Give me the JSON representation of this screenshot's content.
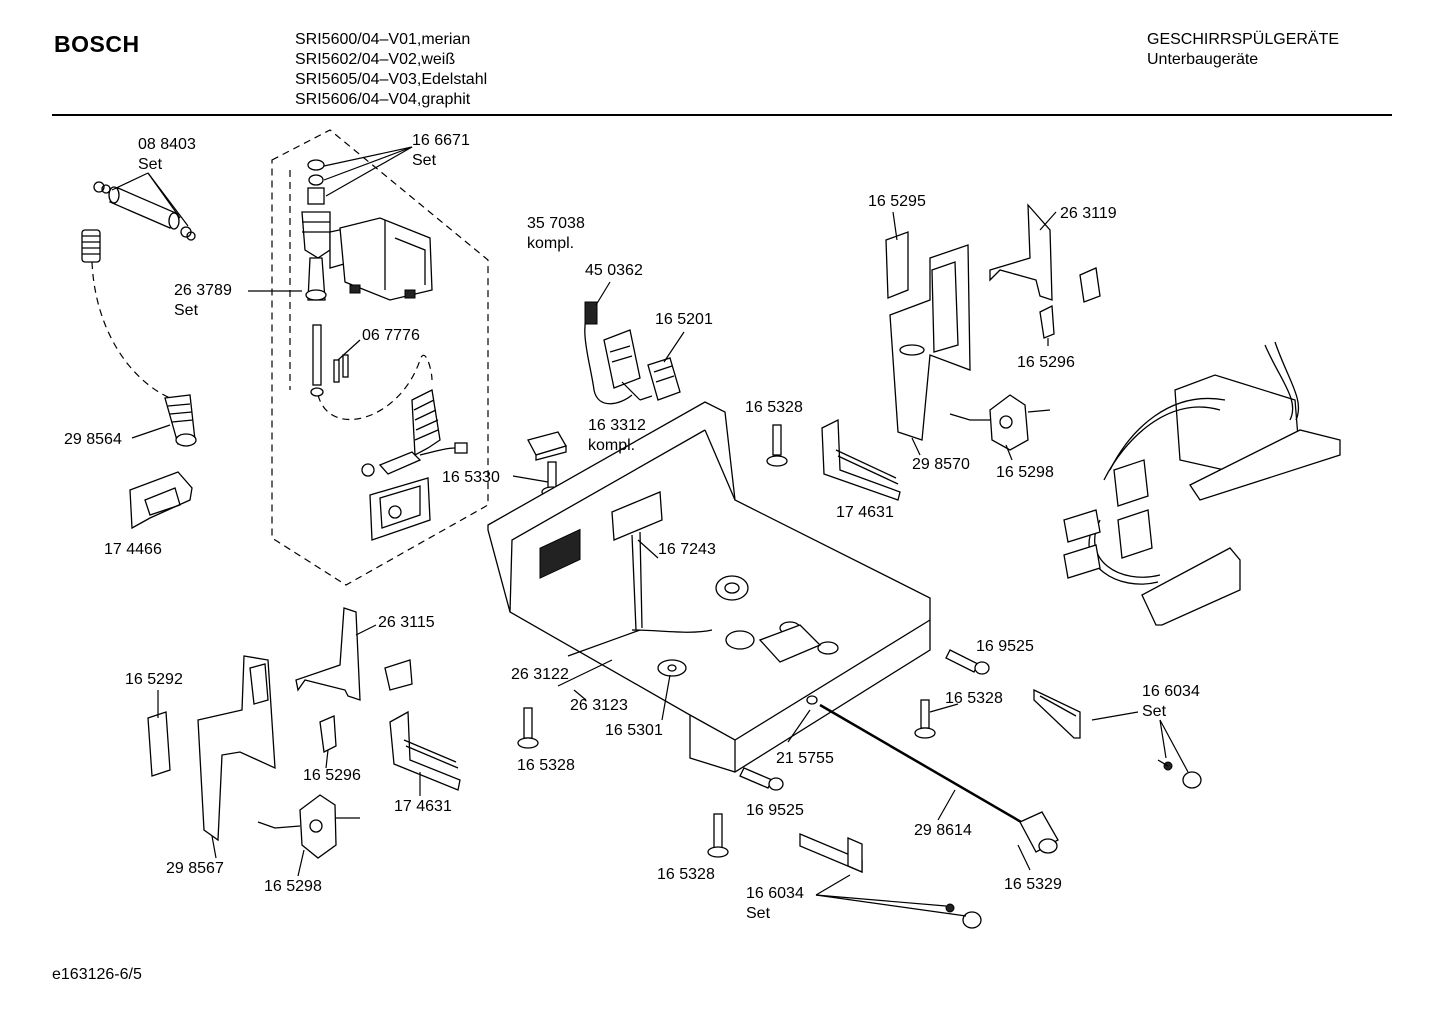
{
  "header": {
    "brand": "BOSCH",
    "models": [
      "SRI5600/04–V01,merian",
      "SRI5602/04–V02,weiß",
      "SRI5605/04–V03,Edelstahl",
      "SRI5606/04–V04,graphit"
    ],
    "category": "GESCHIRRSPÜLGERÄTE",
    "subcategory": "Unterbaugeräte"
  },
  "footer": {
    "code": "e163126-6/5"
  },
  "labels": {
    "p088403": "08 8403",
    "p088403_set": "Set",
    "p166671": "16 6671",
    "p166671_set": "Set",
    "p357038": "35 7038",
    "p357038_kompl": "kompl.",
    "p263789": "26 3789",
    "p263789_set": "Set",
    "p067776": "06 7776",
    "p298564": "29 8564",
    "p174466": "17 4466",
    "p450362": "45 0362",
    "p165201": "16 5201",
    "p163312": "16 3312",
    "p163312_kompl": "kompl.",
    "p165330": "16 5330",
    "p165328_a": "16 5328",
    "p174631_a": "17 4631",
    "p167243": "16 7243",
    "p165295": "16 5295",
    "p263119": "26 3119",
    "p165296_a": "16 5296",
    "p298570": "29 8570",
    "p165298_a": "16 5298",
    "p263115": "26 3115",
    "p165292": "16 5292",
    "p165296_b": "16 5296",
    "p174631_b": "17 4631",
    "p298567": "29 8567",
    "p165298_b": "16 5298",
    "p263122": "26 3122",
    "p263123": "26 3123",
    "p165301": "16 5301",
    "p165328_b": "16 5328",
    "p215755": "21 5755",
    "p169525_a": "16 9525",
    "p165328_c": "16 5328",
    "p169525_b": "16 9525",
    "p165328_d": "16 5328",
    "p166034_a": "16 6034",
    "p166034_a_set": "Set",
    "p298614": "29 8614",
    "p165329": "16 5329",
    "p166034_b": "16 6034",
    "p166034_b_set": "Set"
  }
}
